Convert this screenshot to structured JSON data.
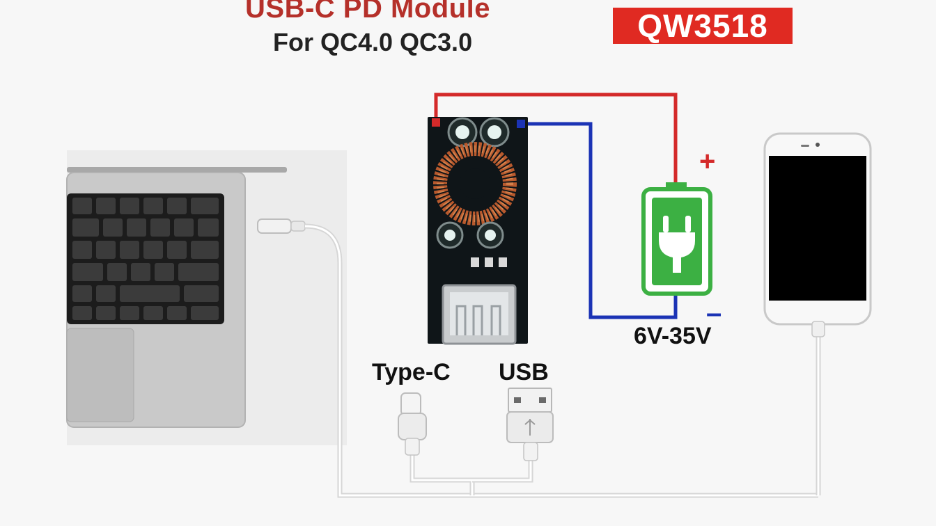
{
  "header": {
    "title": "USB-C PD Module",
    "subtitle": "For QC4.0  QC3.0",
    "model": "QW3518"
  },
  "labels": {
    "type_c": "Type-C",
    "usb": "USB",
    "voltage_range": "6V-35V",
    "plus": "+",
    "minus": "–"
  },
  "colors": {
    "title": "#b5302a",
    "model_bg": "#e02a22",
    "positive_wire": "#d42a2a",
    "negative_wire": "#1b33b5",
    "battery": "#3cb043",
    "pcb": "#0f1518"
  }
}
